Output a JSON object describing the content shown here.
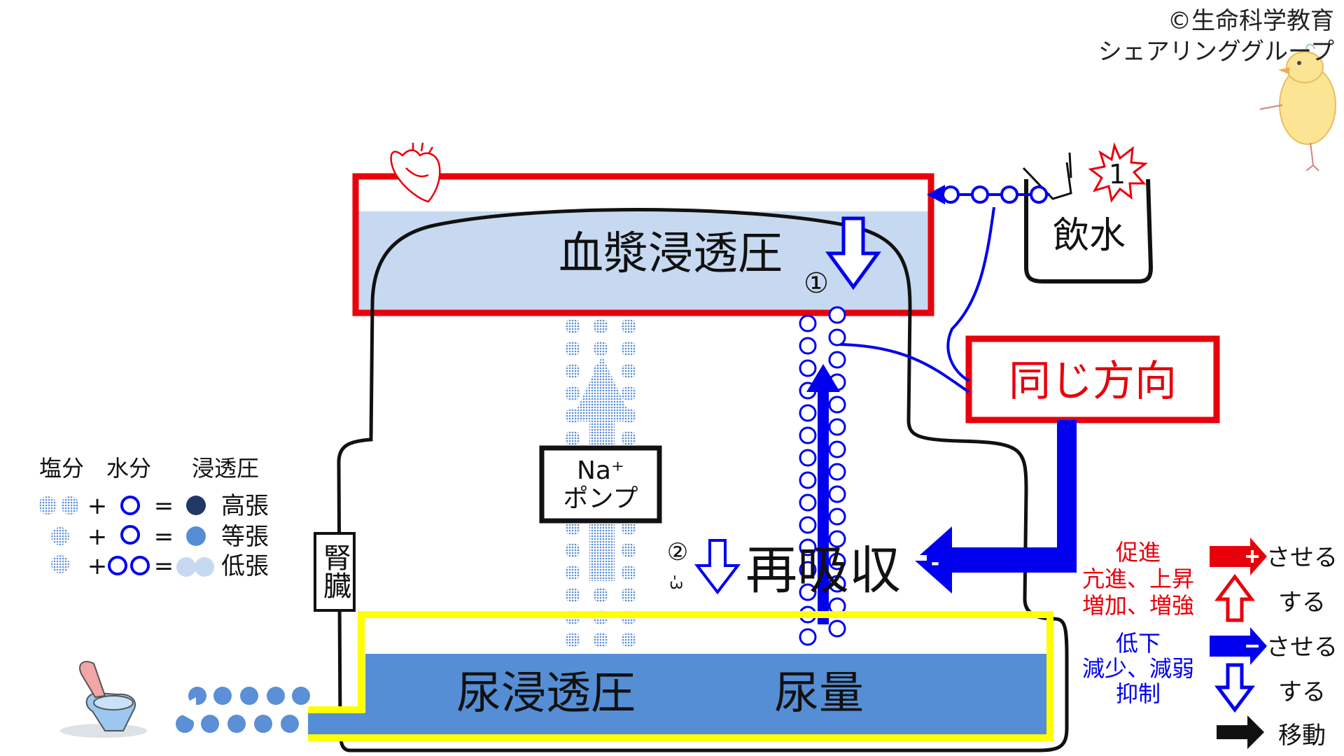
{
  "credit": {
    "line1": "©生命科学教育",
    "line2": "シェアリンググループ"
  },
  "diagram": {
    "plasma_label": "血漿浸透圧",
    "plasma_marker": "①",
    "drink_label": "飲水",
    "drink_badge": "1",
    "same_direction": "同じ方向",
    "pump_line1": "Na⁺",
    "pump_line2": "ポンプ",
    "reabsorption": "再吸収",
    "reabsorption_marker": "②",
    "reabsorption_sub": "-3",
    "kidney": "腎臓",
    "urine_osmolality": "尿浸透圧",
    "urine_volume": "尿量",
    "minus_sign": "-"
  },
  "osmo_legend": {
    "header_salt": "塩分",
    "header_water": "水分",
    "header_osmo": "浸透圧",
    "plus": "+",
    "equals": "=",
    "high": "高張",
    "iso": "等張",
    "low": "低張"
  },
  "action_legend": {
    "promote_title": "促進",
    "promote_sub1": "亢進、上昇",
    "promote_sub2": "増加、増強",
    "cause_increase": "させる",
    "increase": "する",
    "decline_title": "低下",
    "decline_sub1": "減少、減弱",
    "decline_sub2": "抑制",
    "cause_decrease": "させる",
    "decrease": "する",
    "move": "移動"
  },
  "colors": {
    "red": "#e8000b",
    "blue": "#0000ee",
    "plasma_fill": "#c6d9f1",
    "urine_fill": "#558ed5",
    "yellow": "#ffff00",
    "navy": "#1f3864",
    "dot_blue": "#5b8fd6"
  }
}
